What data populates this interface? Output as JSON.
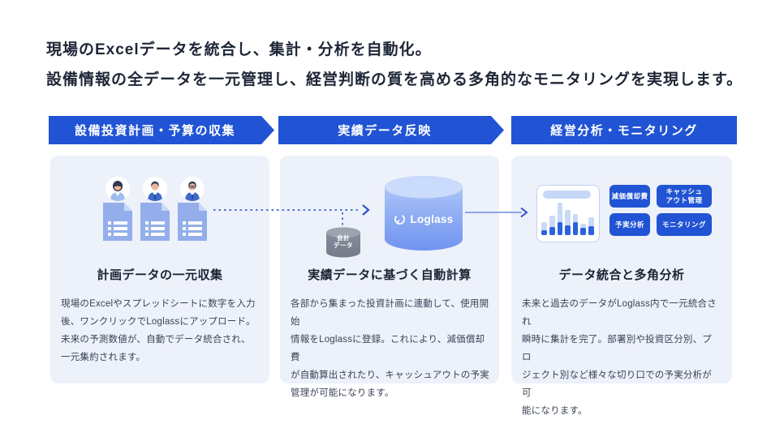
{
  "header": {
    "line1": "現場のExcelデータを統合し、集計・分析を自動化。",
    "line2": "設備情報の全データを一元管理し、経営判断の質を高める多角的なモニタリングを実現します。"
  },
  "banners": [
    {
      "label": "設備投資計画・予算の収集"
    },
    {
      "label": "実績データ反映"
    },
    {
      "label": "経営分析・モニタリング"
    }
  ],
  "cards": [
    {
      "title": "計画データの一元収集",
      "body": "現場のExcelやスプレッドシートに数字を入力\n後、ワンクリックでLoglassにアップロード。\n未来の予測数値が、自動でデータ統合され、\n一元集約されます。",
      "icons": [
        "person-woman",
        "person-man",
        "person-man-glasses",
        "document",
        "document",
        "document"
      ]
    },
    {
      "title": "実績データに基づく自動計算",
      "body": "各部から集まった投資計画に連動して、使用開始\n情報をLoglassに登録。これにより、減価償却費\nが自動算出されたり、キャッシュアウトの予実\n管理が可能になります。",
      "database_logo": "Loglass",
      "small_database_label": "会計\nデータ"
    },
    {
      "title": "データ統合と多角分析",
      "body": "未来と過去のデータがLoglass内で一元統合され\n瞬時に集計を完了。部署別や投資区分別、プロ\nジェクト別など様々な切り口での予実分析が可\n能になります。",
      "tags": [
        "減価償却費",
        "キャッシュ\nアウト管理",
        "予実分析",
        "モニタリング"
      ],
      "chart_icon": {
        "type": "bar",
        "bars": [
          {
            "h": 16,
            "dark": 6
          },
          {
            "h": 24,
            "dark": 10
          },
          {
            "h": 40,
            "dark": 16
          },
          {
            "h": 31,
            "dark": 12
          },
          {
            "h": 26,
            "dark": 16
          },
          {
            "h": 14,
            "dark": 9
          },
          {
            "h": 22,
            "dark": 11
          }
        ]
      }
    }
  ],
  "colors": {
    "banner_blue": "#2154d4",
    "card_background": "#edf1fa",
    "heading_text": "#1e2636",
    "body_text": "#3a4356",
    "document_blue": "#93aeea",
    "cylinder_blue_top": "#cadbfb",
    "cylinder_blue_bottom": "#6f93f0",
    "cylinder_gray": "#868c9a",
    "tag_blue": "#2154d4",
    "bar_dark": "#2b62dd",
    "bar_light": "#c9daf8",
    "connector_blue": "#4a72dd"
  }
}
